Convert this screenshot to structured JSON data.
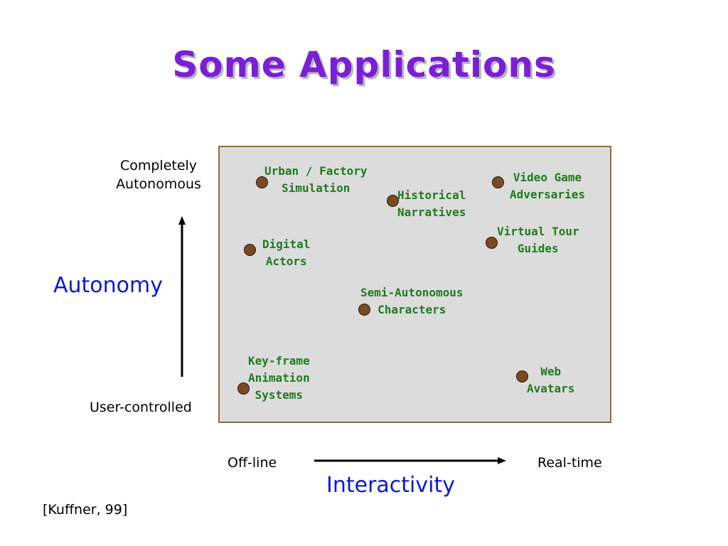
{
  "slide": {
    "title": "Some Applications",
    "citation": "[Kuffner, 99]"
  },
  "y_axis": {
    "title": "Autonomy",
    "top_label": [
      "Completely",
      "Autonomous"
    ],
    "bottom_label": "User-controlled"
  },
  "x_axis": {
    "title": "Interactivity",
    "left_label": "Off-line",
    "right_label": "Real-time"
  },
  "points": [
    {
      "lines": [
        "Urban / Factory",
        "Simulation"
      ]
    },
    {
      "lines": [
        "Historical",
        "Narratives"
      ]
    },
    {
      "lines": [
        "Video Game",
        "Adversaries"
      ]
    },
    {
      "lines": [
        "Virtual Tour",
        "Guides"
      ]
    },
    {
      "lines": [
        "Digital",
        "Actors"
      ]
    },
    {
      "lines": [
        "Semi-Autonomous",
        "Characters"
      ]
    },
    {
      "lines": [
        "Key-frame",
        "Animation",
        "Systems"
      ]
    },
    {
      "lines": [
        "Web",
        "Avatars"
      ]
    }
  ],
  "colors": {
    "title": "#7a1fd6",
    "axis_title": "#0a1ad6",
    "point_label": "#1f7a1f",
    "dot": "#7a4a22",
    "plot_bg": "#dcdcdc",
    "plot_border": "#8b6d4a"
  }
}
